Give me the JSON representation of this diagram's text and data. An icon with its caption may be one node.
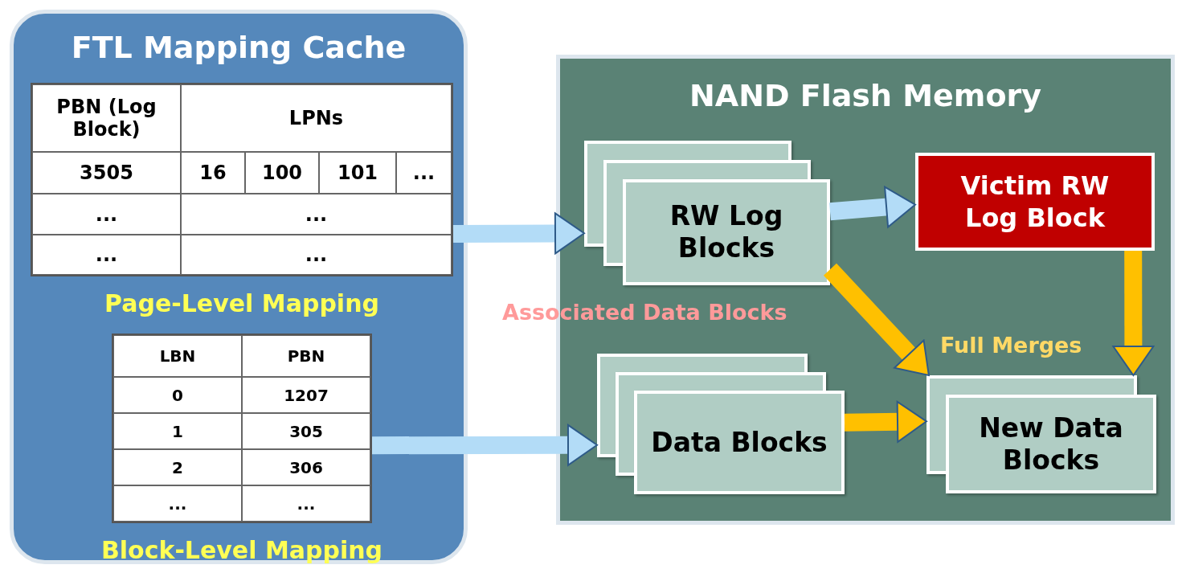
{
  "diagram": {
    "nodes": [
      {
        "text": [
          "FTL Mapping Cache"
        ]
      },
      {
        "text": [
          "PBN (Log Block)",
          "LPNs",
          "3505",
          "16",
          "100",
          "101",
          "...",
          "...",
          "...",
          "...",
          "...",
          "Page-Level Mapping"
        ],
        "in": 0
      },
      {
        "text": [
          "LBN",
          "PBN",
          "0",
          "1207",
          "1",
          "305",
          "2",
          "306",
          "...",
          "...",
          "Block-Level Mapping"
        ],
        "in": 0
      },
      {
        "text": [
          "NAND Flash Memory"
        ]
      },
      {
        "text": [
          "RW Log Blocks"
        ],
        "in": 3
      },
      {
        "text": [
          "Victim RW Log Block"
        ],
        "in": 3
      },
      {
        "text": [
          "Data Blocks"
        ],
        "in": 3
      },
      {
        "text": [
          "New Data Blocks"
        ],
        "in": 3
      }
    ],
    "edges": [
      {
        "from": 1,
        "to": 4,
        "arrow": "to",
        "color": "#b3dcf7"
      },
      {
        "from": 2,
        "to": 6,
        "arrow": "to",
        "color": "#b3dcf7"
      },
      {
        "from": 4,
        "to": 5,
        "arrow": "to",
        "color": "#b3dcf7"
      },
      {
        "from": 4,
        "to": 7,
        "arrow": "to",
        "color": "#ffc000"
      },
      {
        "from": 5,
        "to": 7,
        "arrow": "to",
        "color": "#ffc000"
      },
      {
        "from": 6,
        "to": 7,
        "arrow": "to",
        "color": "#ffc000"
      }
    ],
    "labels": [
      "Associated Data Blocks",
      "Full Merges"
    ]
  }
}
